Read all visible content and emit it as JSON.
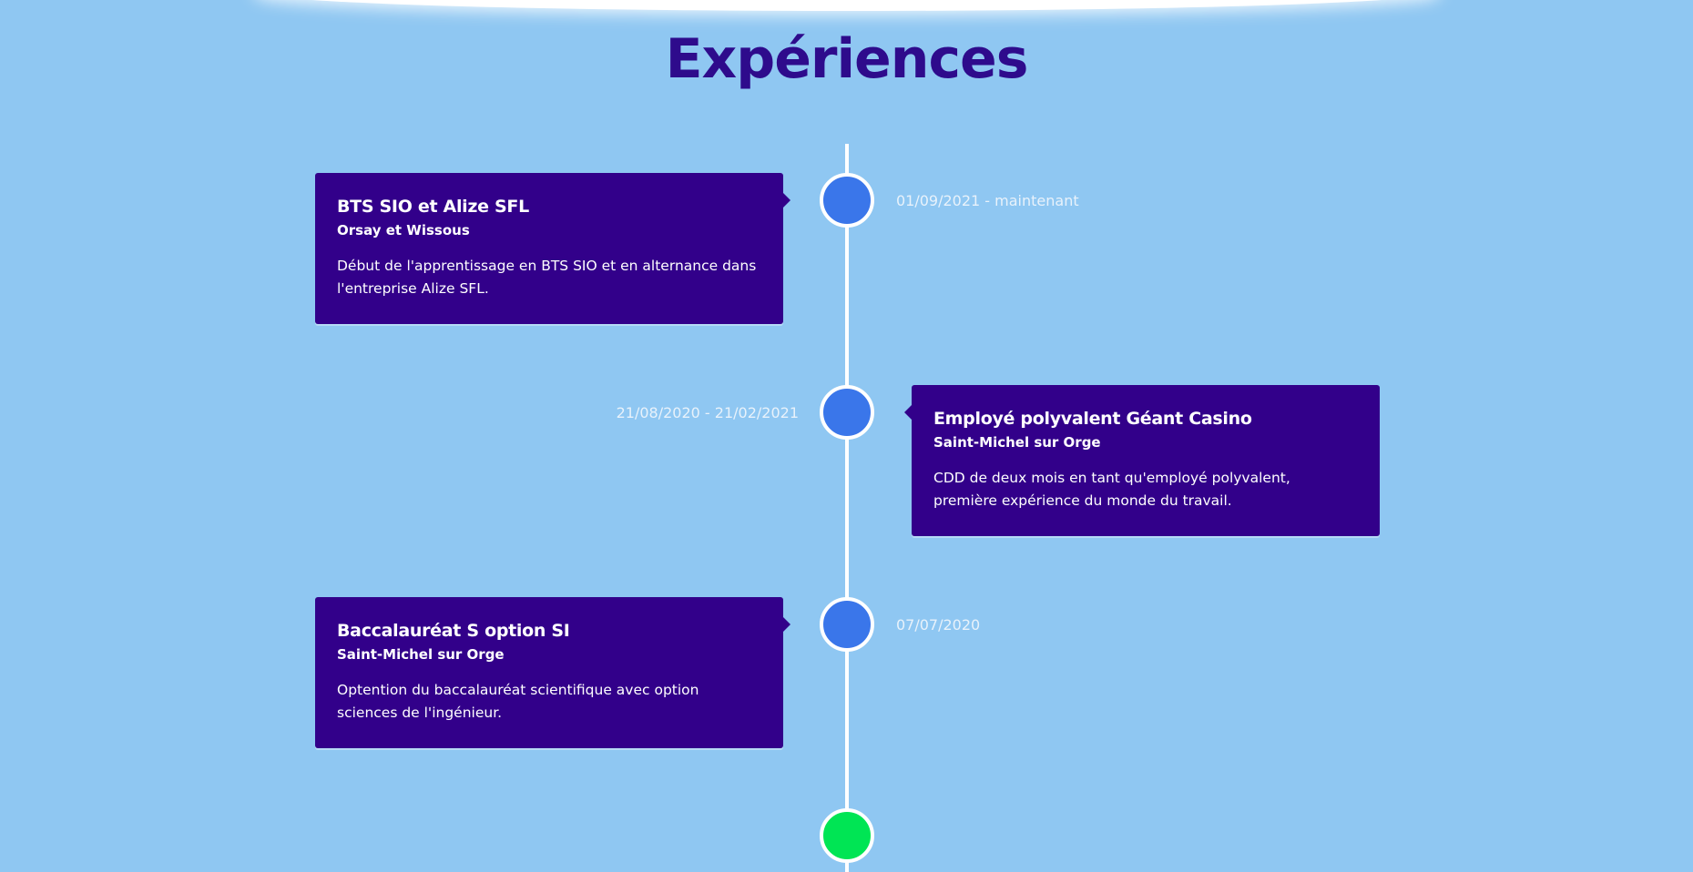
{
  "section": {
    "title": "Expériences"
  },
  "experiences": [
    {
      "title": "BTS SIO et Alize SFL",
      "location": "Orsay et Wissous",
      "description": "Début de l'apprentissage en BTS SIO et en alternance dans l'entreprise Alize SFL.",
      "date": "01/09/2021 - maintenant"
    },
    {
      "title": "Employé polyvalent Géant Casino",
      "location": "Saint-Michel sur Orge",
      "description": "CDD de deux mois en tant qu'employé polyvalent, première expérience du monde du travail.",
      "date": "21/08/2020 - 21/02/2021"
    },
    {
      "title": "Baccalauréat S option SI",
      "location": "Saint-Michel sur Orge",
      "description": "Optention du baccalauréat scientifique avec option sciences de l'ingénieur.",
      "date": "07/07/2020"
    }
  ],
  "colors": {
    "background": "#8fc7f2",
    "title": "#2e0b8c",
    "card": "#32008a",
    "dot_blue": "#3a76ea",
    "dot_green": "#00e554",
    "line": "#ffffff"
  }
}
